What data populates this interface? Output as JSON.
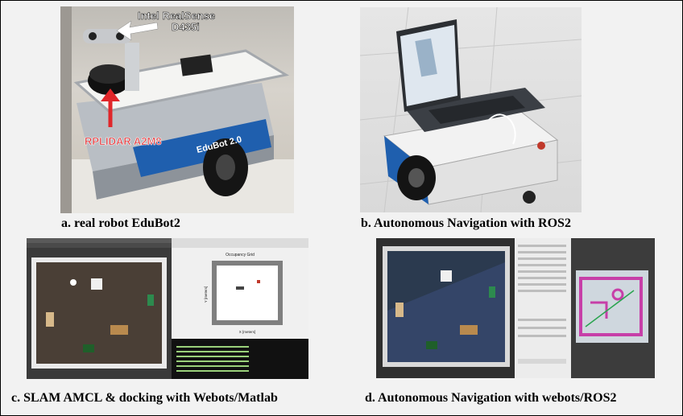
{
  "panels": [
    {
      "caption": "a. real robot EduBot2",
      "annotations": {
        "camera": "Intel RealSense\nD435i",
        "camera_line1": "Intel RealSense",
        "camera_line2": "D435i",
        "lidar": "RPLIDAR A2M8",
        "robot_label": "EduBot 2.0"
      }
    },
    {
      "caption": "b. Autonomous Navigation with ROS2"
    },
    {
      "caption": "c. SLAM AMCL & docking with Webots/Matlab",
      "plot_title": "Occupancy Grid",
      "plot_xlabel": "X [meters]",
      "plot_ylabel": "Y [meters]"
    },
    {
      "caption": "d. Autonomous Navigation with webots/ROS2"
    }
  ],
  "colors": {
    "annotation_red": "#e0262a",
    "edubot_blue": "#1f5fae"
  }
}
